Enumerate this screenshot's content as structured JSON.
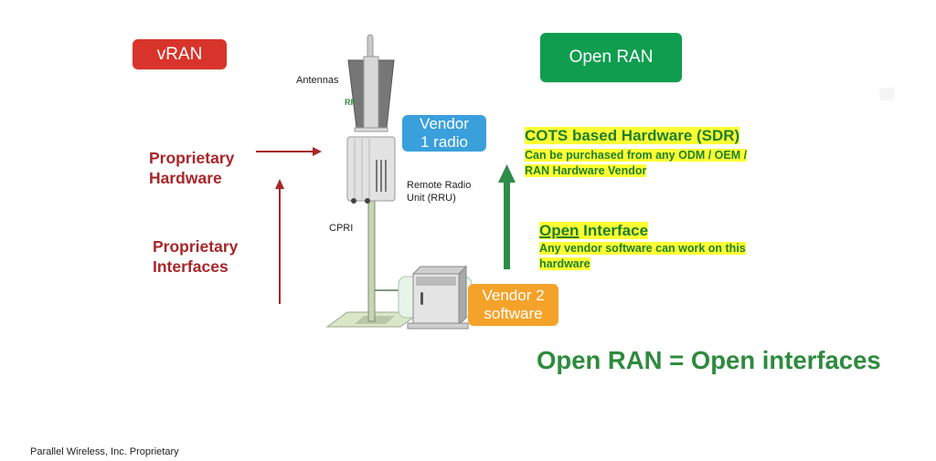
{
  "left_section": {
    "title": "vRAN",
    "labels": {
      "proprietary_hardware": [
        "Proprietary",
        "Hardware"
      ],
      "proprietary_interfaces": [
        "Proprietary",
        "Interfaces"
      ]
    }
  },
  "diagram": {
    "antennas_label": "Antennas",
    "rf_label": "RF",
    "rru_label": [
      "Remote Radio",
      "Unit (RRU)"
    ],
    "cpri_label": "CPRI",
    "vendor1_box": [
      "Vendor",
      "1 radio"
    ],
    "vendor2_box": [
      "Vendor 2",
      "software"
    ]
  },
  "right_section": {
    "title": "Open RAN",
    "cots": {
      "title": "COTS based Hardware (SDR)",
      "subtitle_lines": [
        "Can be purchased from any ODM / OEM /",
        "RAN Hardware Vendor"
      ]
    },
    "open_interface": {
      "title_underlined": "Open",
      "title_rest": " Interface",
      "subtitle_lines": [
        "Any vendor software can work on this",
        "hardware"
      ]
    },
    "formula": "Open RAN = Open interfaces"
  },
  "footer": "Parallel Wireless, Inc. Proprietary",
  "colors": {
    "vran_red": "#d9342b",
    "open_ran_green": "#0f9d4f",
    "proprietary_text": "#a8262a",
    "open_text": "#1d7f2e",
    "highlight": "#ffff33",
    "vendor1_blue": "#3aa0dc",
    "vendor2_orange": "#f4a22a"
  }
}
